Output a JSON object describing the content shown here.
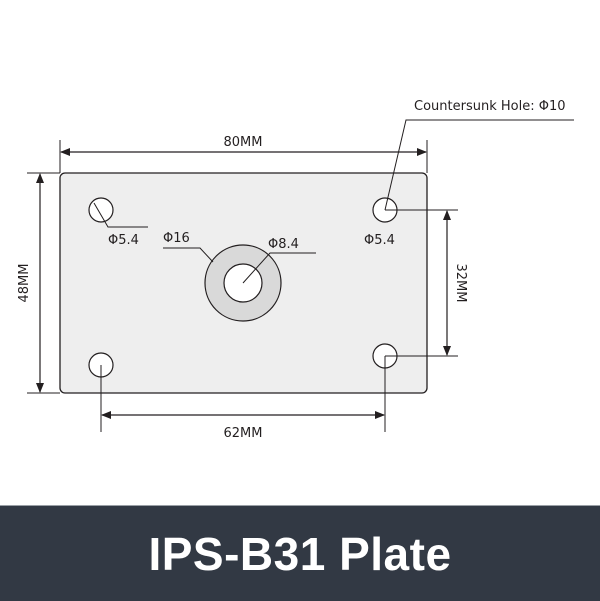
{
  "diagram": {
    "title": "IPS-B31 Plate",
    "dimensions": {
      "width": "80MM",
      "height": "48MM",
      "hole_spacing_horizontal": "62MM",
      "hole_spacing_vertical": "32MM"
    },
    "holes": {
      "top_left": "Φ5.4",
      "top_right": "Φ5.4",
      "center_outer": "Φ16",
      "center_inner": "Φ8.4",
      "countersunk": "Countersunk Hole: Φ10"
    },
    "colors": {
      "plate_fill": "#eeeeee",
      "ring_fill": "#d9d9d9",
      "line": "#231f20",
      "banner_bg": "#323944",
      "banner_text": "#ffffff"
    }
  }
}
